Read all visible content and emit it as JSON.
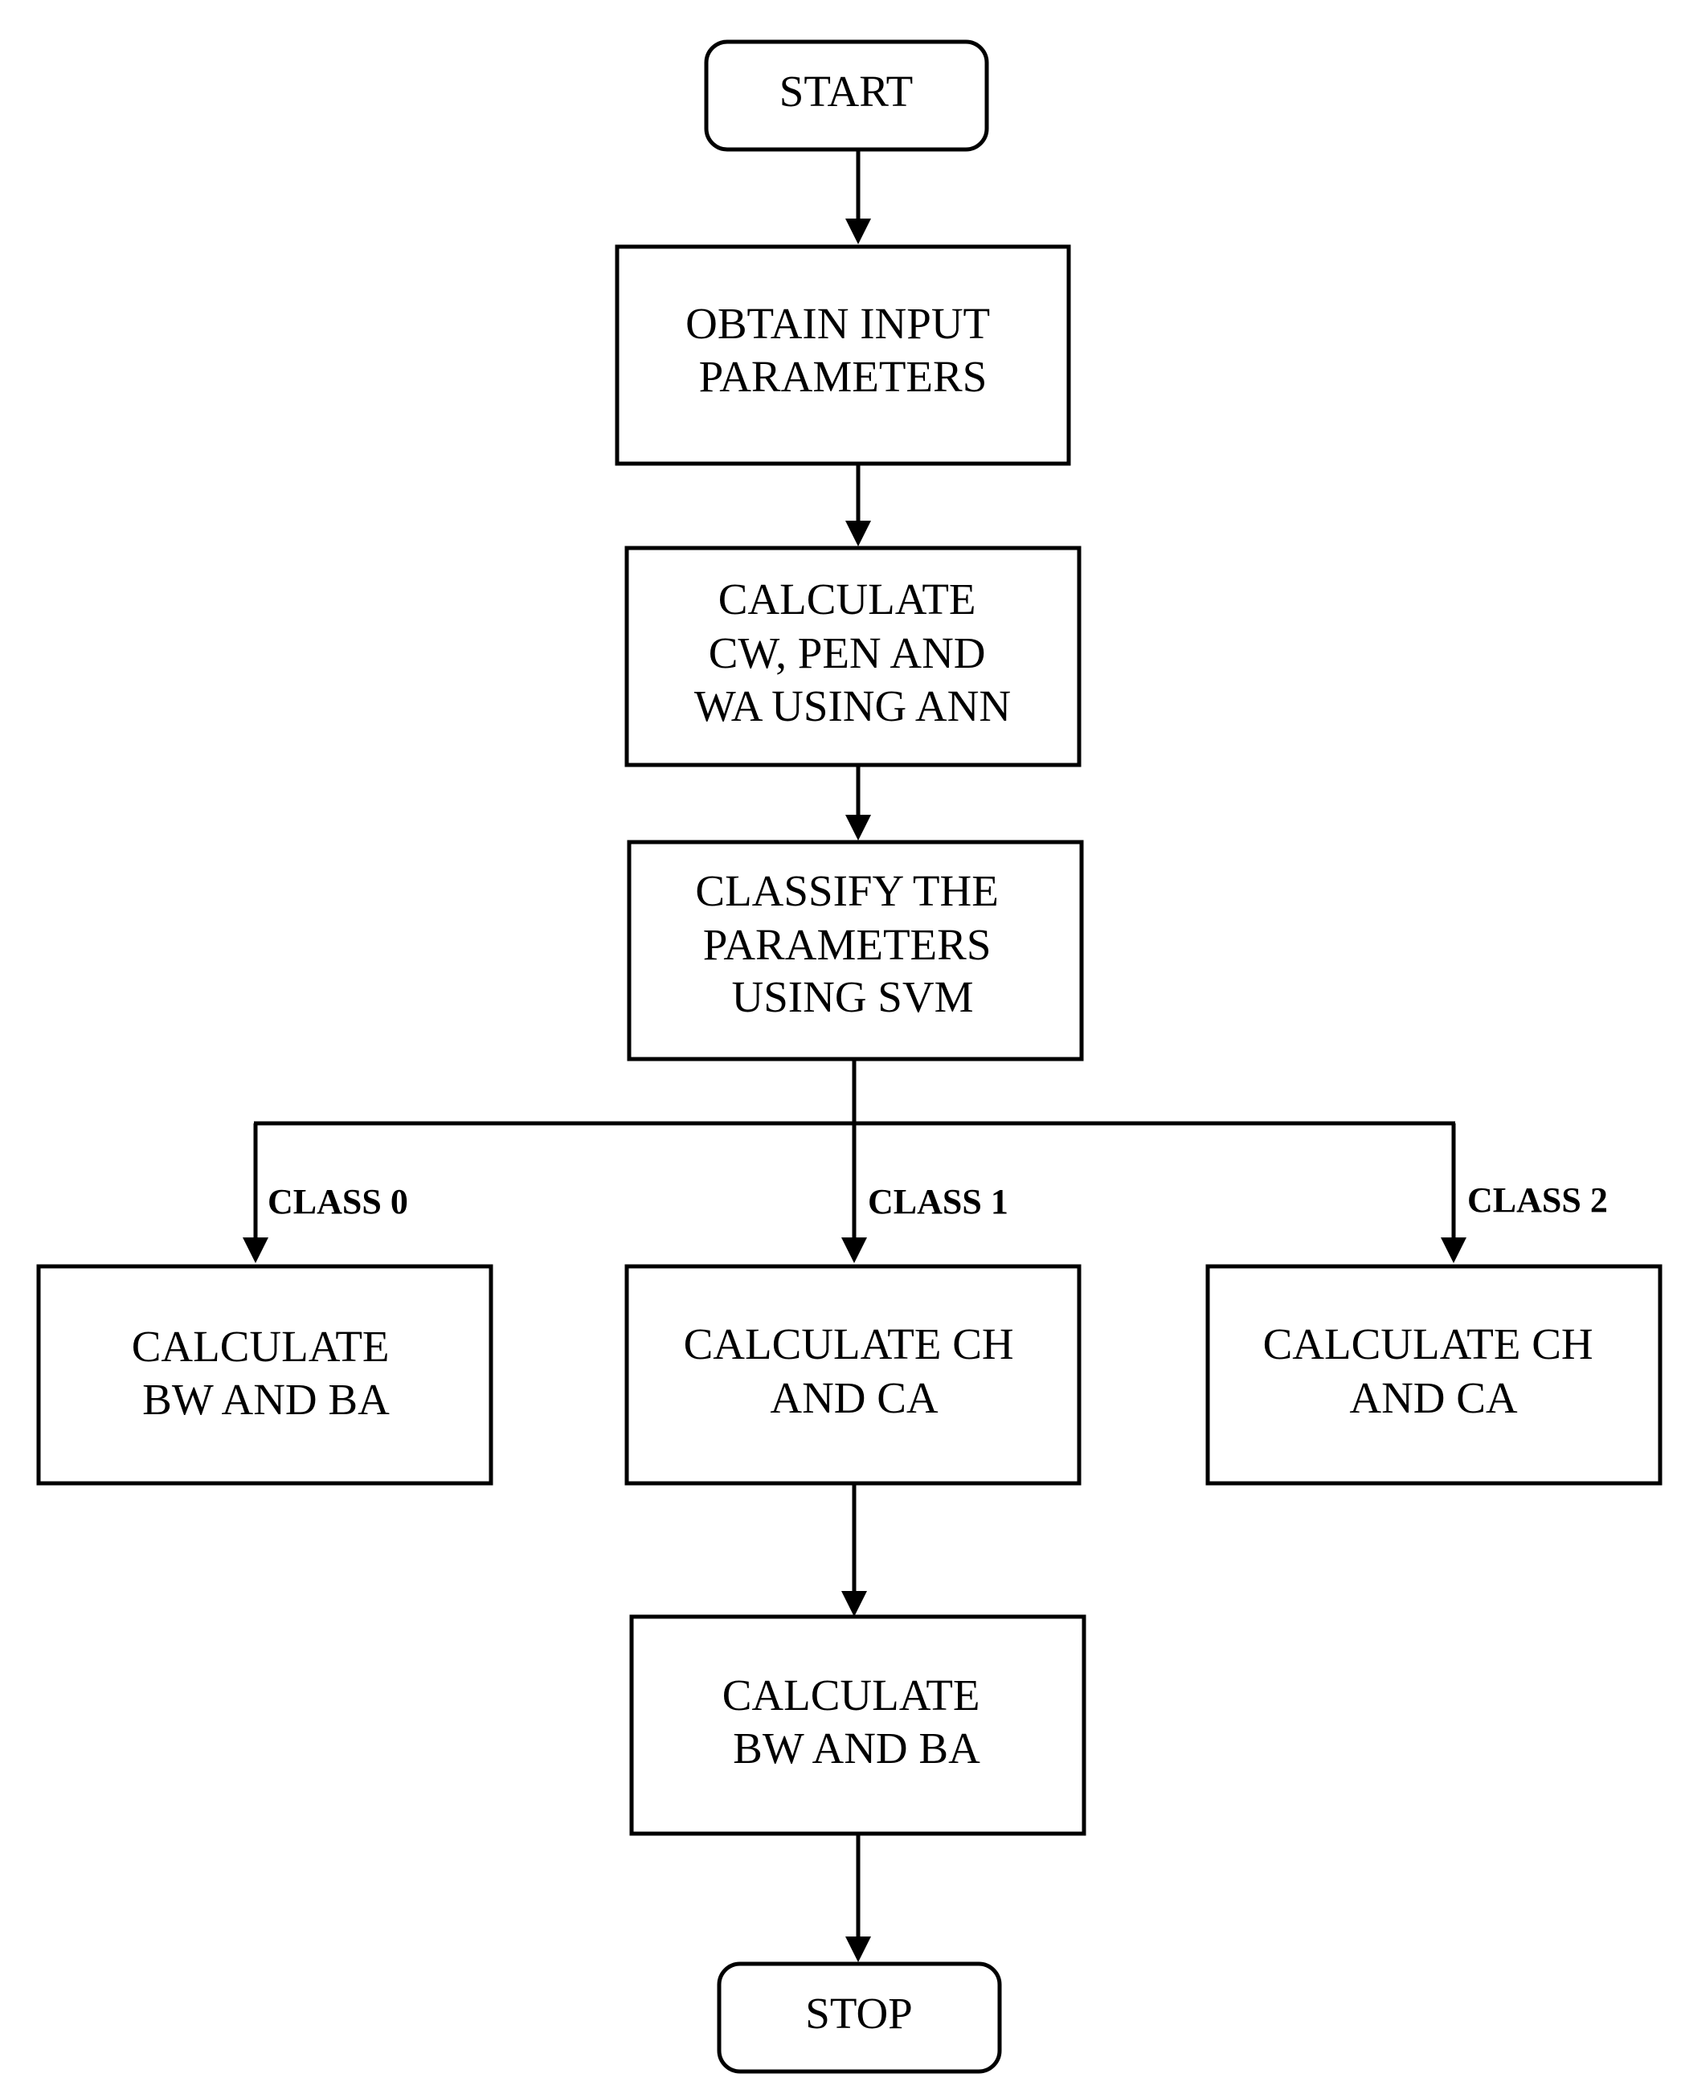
{
  "nodes": {
    "start": {
      "lines": [
        "START"
      ],
      "shape": "terminal"
    },
    "obtain_input": {
      "lines": [
        "OBTAIN INPUT",
        "PARAMETERS"
      ],
      "shape": "process"
    },
    "calculate_ann": {
      "lines": [
        "CALCULATE",
        "CW, PEN AND",
        "WA USING ANN"
      ],
      "shape": "process"
    },
    "classify_svm": {
      "lines": [
        "CLASSIFY THE",
        "PARAMETERS",
        "USING SVM"
      ],
      "shape": "process"
    },
    "calc_bw_ba_class0": {
      "lines": [
        "CALCULATE",
        "BW AND BA"
      ],
      "shape": "process"
    },
    "calc_ch_ca_class1": {
      "lines": [
        "CALCULATE CH",
        "AND CA"
      ],
      "shape": "process"
    },
    "calc_ch_ca_class2": {
      "lines": [
        "CALCULATE CH",
        "AND CA"
      ],
      "shape": "process"
    },
    "calc_bw_ba_final": {
      "lines": [
        "CALCULATE",
        "BW AND BA"
      ],
      "shape": "process"
    },
    "stop": {
      "lines": [
        "STOP"
      ],
      "shape": "terminal"
    }
  },
  "branch_labels": {
    "class0": "CLASS 0",
    "class1": "CLASS 1",
    "class2": "CLASS 2"
  },
  "edges": [
    {
      "from": "start",
      "to": "obtain_input"
    },
    {
      "from": "obtain_input",
      "to": "calculate_ann"
    },
    {
      "from": "calculate_ann",
      "to": "classify_svm"
    },
    {
      "from": "classify_svm",
      "to": "calc_bw_ba_class0",
      "label": "CLASS 0"
    },
    {
      "from": "classify_svm",
      "to": "calc_ch_ca_class1",
      "label": "CLASS 1"
    },
    {
      "from": "classify_svm",
      "to": "calc_ch_ca_class2",
      "label": "CLASS 2"
    },
    {
      "from": "calc_ch_ca_class1",
      "to": "calc_bw_ba_final"
    },
    {
      "from": "calc_bw_ba_final",
      "to": "stop"
    }
  ]
}
